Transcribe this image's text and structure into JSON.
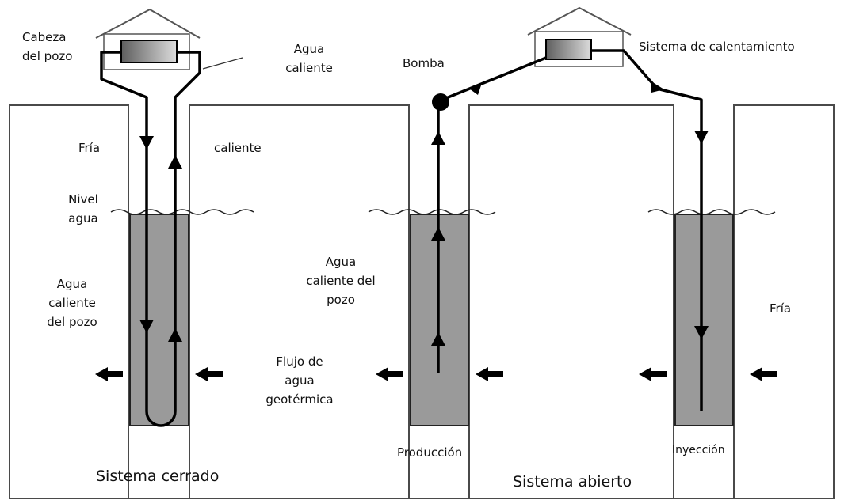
{
  "labels": {
    "wellhead": [
      "Cabeza",
      "del pozo"
    ],
    "hot_water": [
      "Agua",
      "caliente"
    ],
    "cold_closed": "Fría",
    "hot_closed": "caliente",
    "water_level": [
      "Nivel",
      "agua"
    ],
    "hot_well_water_closed": [
      "Agua",
      "caliente",
      "del pozo"
    ],
    "pump": "Bomba",
    "heating_system": "Sistema de calentamiento",
    "hot_well_water_open": [
      "Agua",
      "caliente del",
      "pozo"
    ],
    "geothermal_flow": [
      "Flujo de",
      "agua",
      "geotérmica"
    ],
    "cold_open": "Fría",
    "production": "Producción",
    "injection": "Inyección",
    "closed_system": "Sistema cerrado",
    "open_system": "Sistema abierto"
  },
  "colors": {
    "line": "#000000",
    "wall": "#4a4a4a",
    "water": "#9a9a9a",
    "heater_dark": "#5e5e5e",
    "heater_light": "#dcdcdc"
  },
  "icons": {
    "house": "house-icon",
    "heat_exchanger": "heat-exchanger-icon",
    "pump": "pump-icon",
    "flow_arrow": "arrow-left-icon"
  }
}
